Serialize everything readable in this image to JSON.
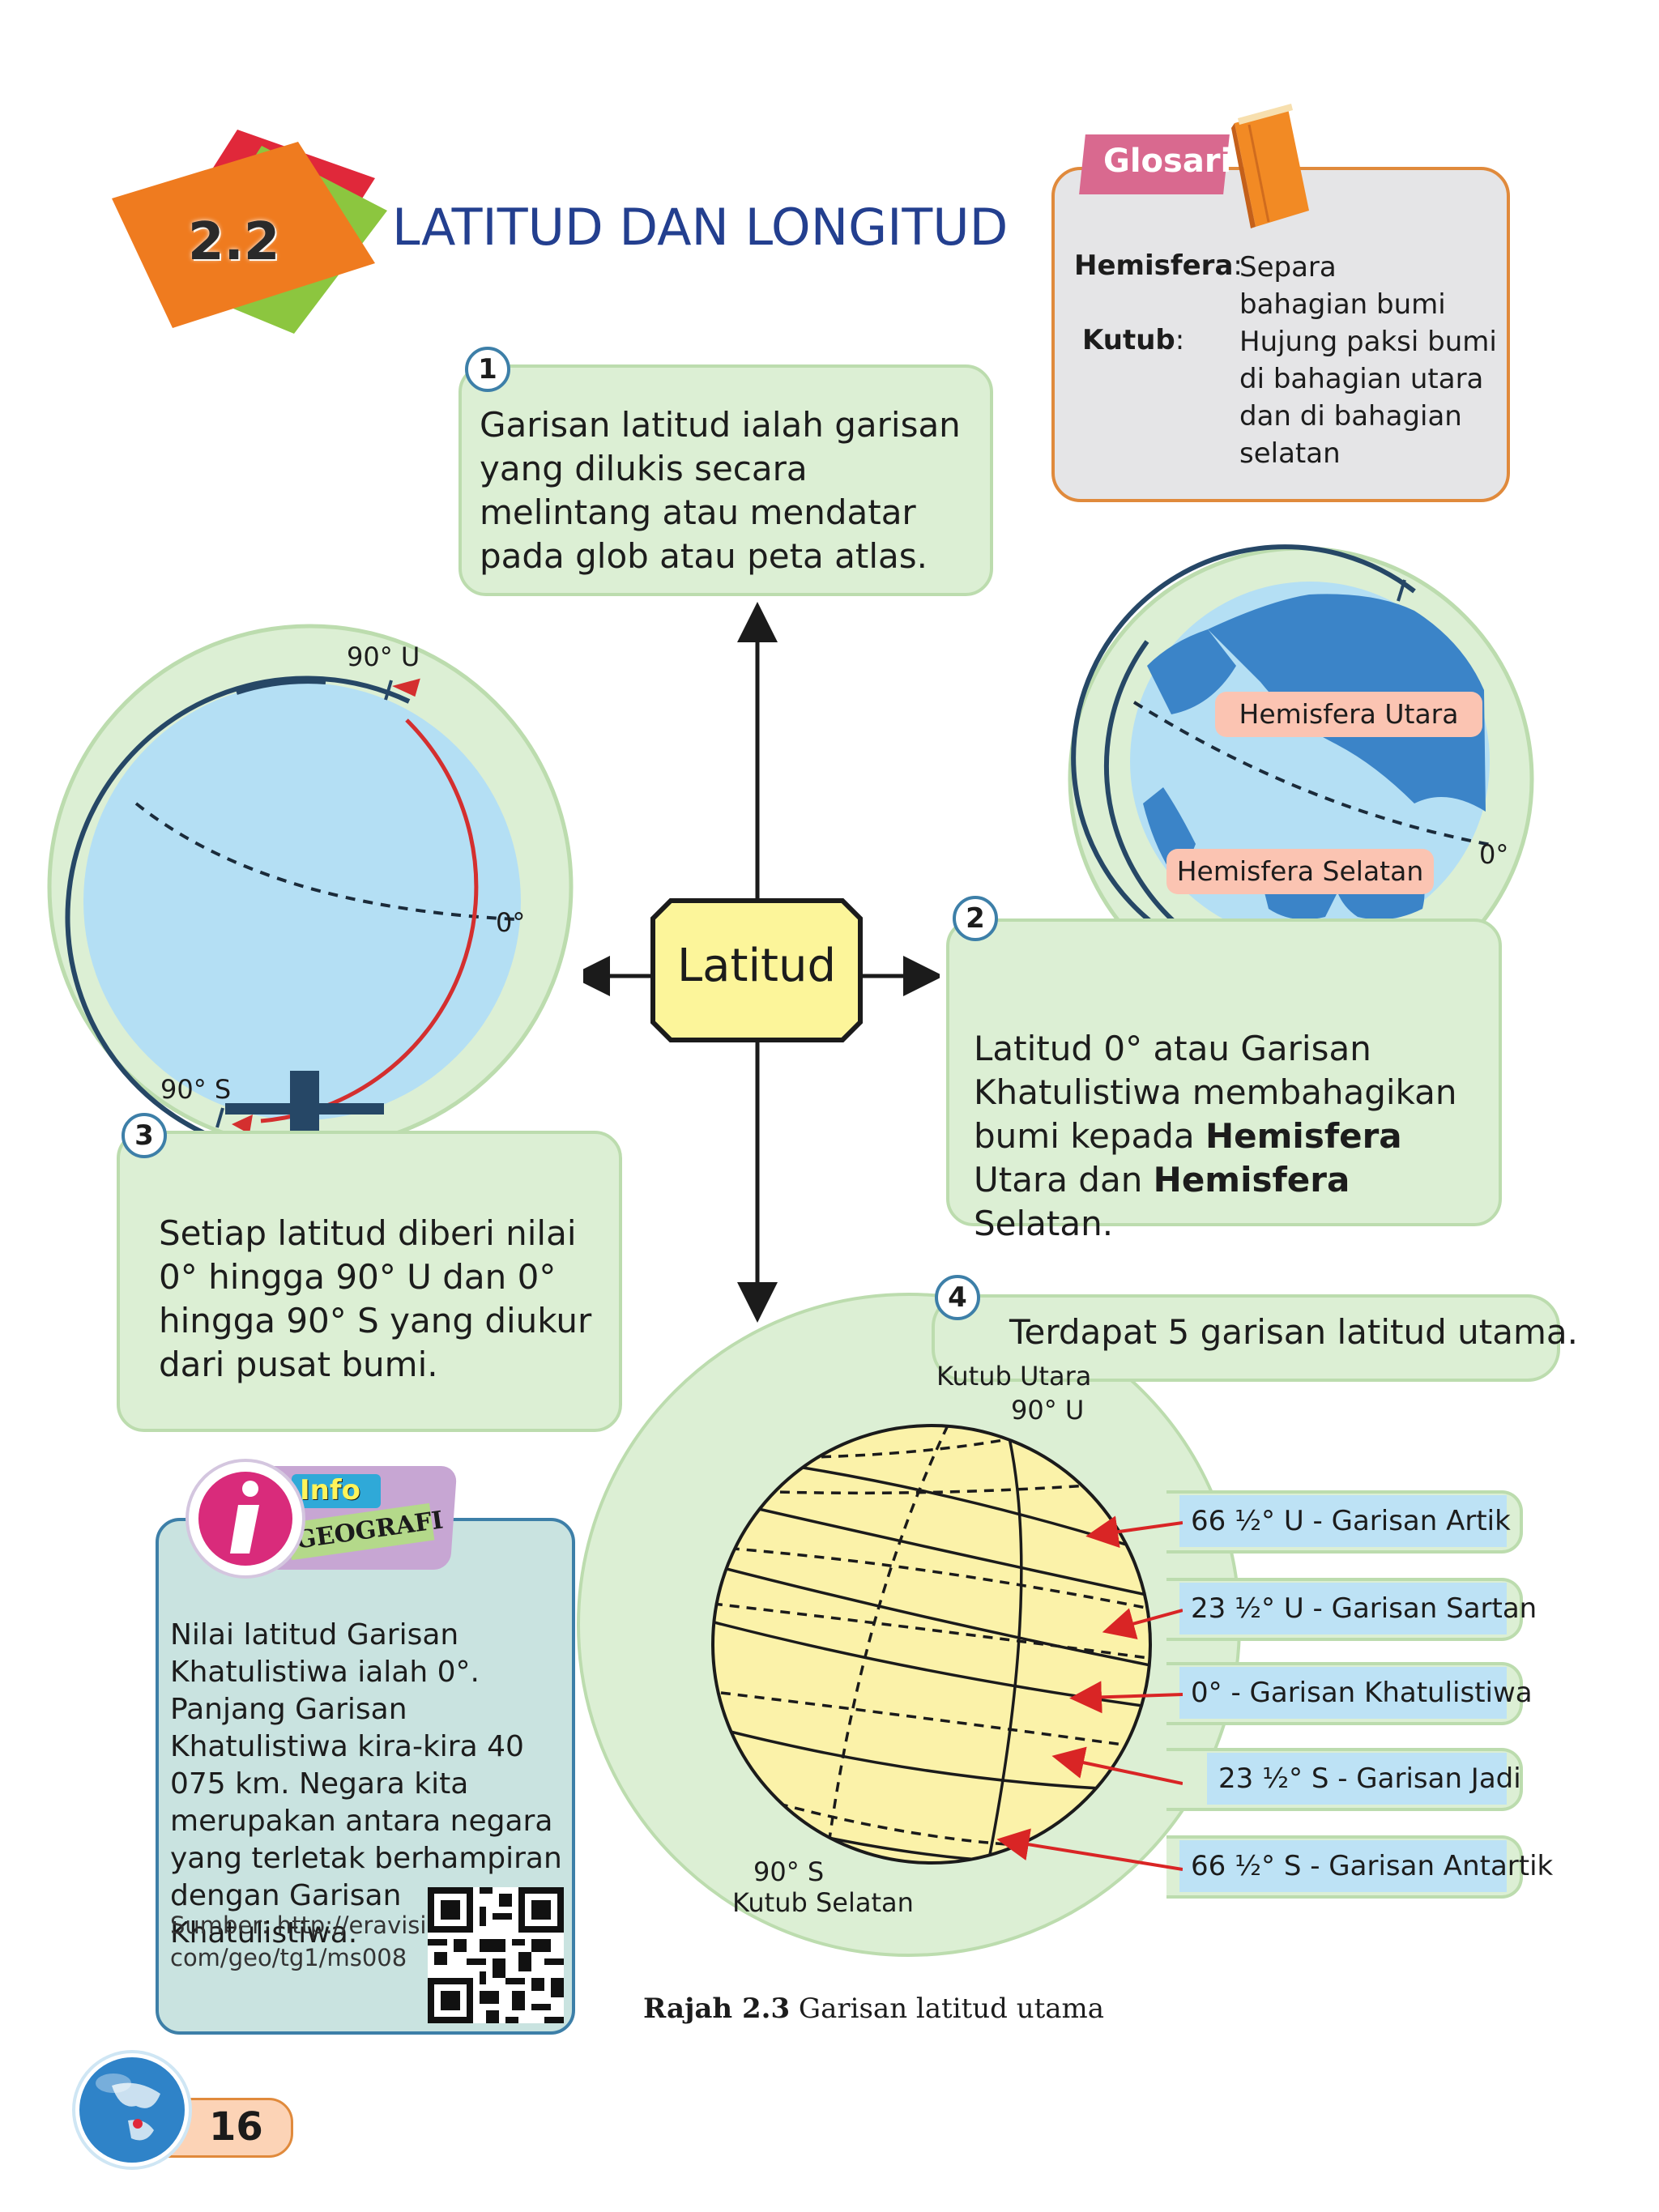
{
  "section": {
    "number": "2.2",
    "title": "LATITUD DAN LONGITUD"
  },
  "glosari": {
    "title": "Glosari",
    "term1": "Hemisfera",
    "def1_line1": "Separa",
    "def1_line2": "bahagian bumi",
    "term2": "Kutub",
    "def2_line1": "Hujung paksi bumi",
    "def2_line2": "di bahagian utara",
    "def2_line3": "dan di bahagian",
    "def2_line4": "selatan"
  },
  "box1": {
    "number": "1",
    "text": "Garisan latitud ialah garisan yang dilukis secara melintang atau mendatar pada glob atau peta atlas."
  },
  "center": {
    "label": "Latitud"
  },
  "globe_left": {
    "north": "90° U",
    "equator": "0°",
    "south": "90° S"
  },
  "globe_right": {
    "north_label": "Hemisfera Utara",
    "south_label": "Hemisfera Selatan",
    "equator": "0°"
  },
  "box2": {
    "number": "2",
    "p1": "Latitud 0° atau Garisan Khatulistiwa membahagikan bumi kepada ",
    "b1": "Hemisfera",
    "p2": " Utara dan ",
    "b2": "Hemisfera",
    "p3": " Selatan."
  },
  "box3": {
    "number": "3",
    "text": "Setiap latitud diberi nilai 0° hingga 90° U dan 0° hingga 90° S yang diukur dari pusat bumi."
  },
  "box4": {
    "number": "4",
    "text": "Terdapat 5 garisan latitud utama.",
    "north_pole": "Kutub Utara",
    "north_deg": "90° U",
    "south_deg": "90° S",
    "south_pole": "Kutub Selatan",
    "lines": [
      {
        "label": "66 ½° U - Garisan Artik"
      },
      {
        "label": "23 ½° U - Garisan Sartan"
      },
      {
        "label": "0° - Garisan Khatulistiwa"
      },
      {
        "label": "23 ½° S - Garisan Jadi"
      },
      {
        "label": "66 ½° S - Garisan Antartik"
      }
    ]
  },
  "info": {
    "badge_top": "Info",
    "badge_bottom": "GEOGRAFI",
    "text": "Nilai latitud Garisan Khatulistiwa ialah 0°. Panjang Garisan Khatulistiwa kira-kira 40 075 km. Negara kita merupakan antara negara yang terletak berhampiran dengan Garisan Khatulistiwa.",
    "source_line1": "Sumber: http://eravisi.",
    "source_line2": "com/geo/tg1/ms008"
  },
  "caption": {
    "bold": "Rajah 2.3",
    "text": " Garisan latitud utama"
  },
  "page_number": "16",
  "colors": {
    "green_box": "#dcefd4",
    "title_blue": "#233f8f",
    "orange": "#ec7a1f",
    "equator_label": "#fbc4b2",
    "latitud_yellow": "#fcf59a",
    "globe_blue": "#b4dff4"
  }
}
